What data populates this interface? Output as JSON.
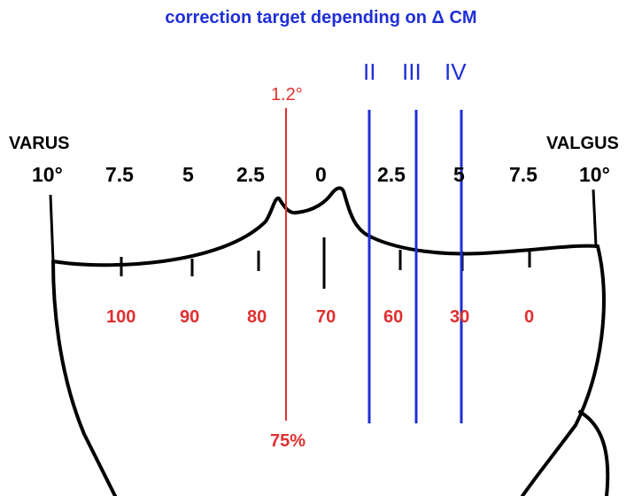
{
  "title": "correction target depending on Δ CM",
  "zones": [
    "II",
    "III",
    "IV"
  ],
  "red_line_angle": "1.2°",
  "side_labels": {
    "left": "VARUS",
    "right": "VALGUS"
  },
  "degree_scale": [
    "10°",
    "7.5",
    "5",
    "2.5",
    "0",
    "2.5",
    "5",
    "7.5",
    "10°"
  ],
  "percent_scale": [
    "100",
    "90",
    "80",
    "70",
    "60",
    "30",
    "0"
  ],
  "target_percent": "75%",
  "colors": {
    "blue": "#1f2fd6",
    "red": "#e03030",
    "outline": "#000000"
  }
}
